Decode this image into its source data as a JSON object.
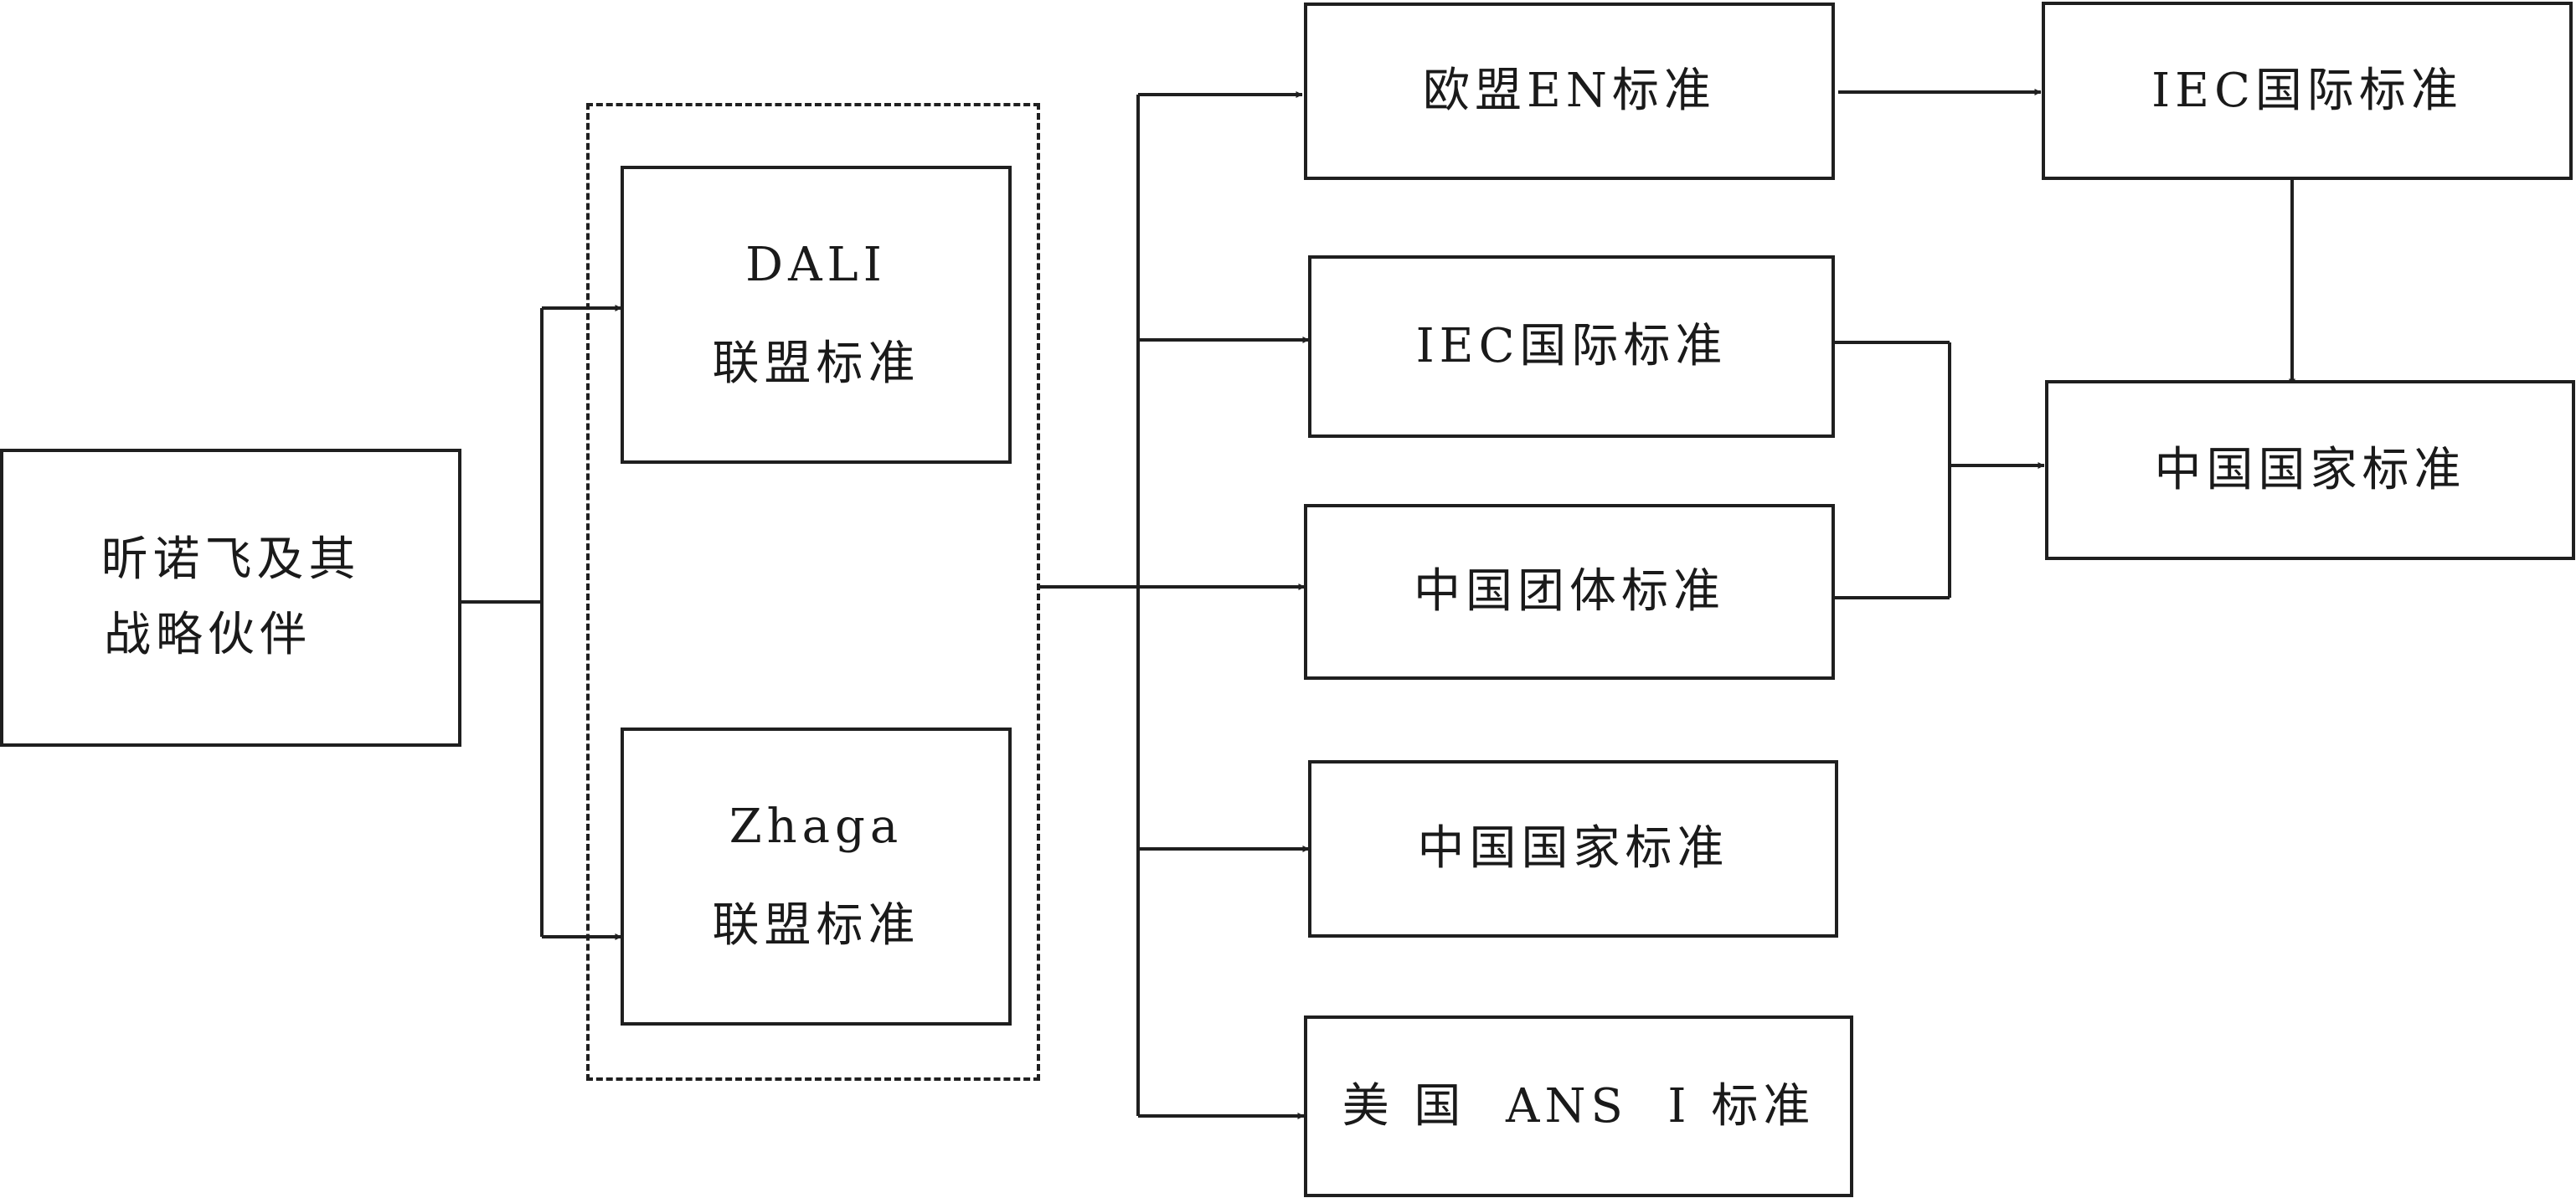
{
  "source": {
    "line1": "昕诺飞及其",
    "line2": "战略伙伴"
  },
  "alliances": {
    "dali": {
      "line1": "DALI",
      "line2": "联盟标准"
    },
    "zhaga": {
      "line1": "Zhaga",
      "line2": "联盟标准"
    }
  },
  "targets": {
    "eu_en": "欧盟EN标准",
    "iec": "IEC国际标准",
    "china_group": "中国团体标准",
    "china_national": "中国国家标准",
    "us_ansi": "美 国  ANS  I 标准"
  },
  "final": {
    "iec": "IEC国际标准",
    "china_national": "中国国家标准"
  }
}
